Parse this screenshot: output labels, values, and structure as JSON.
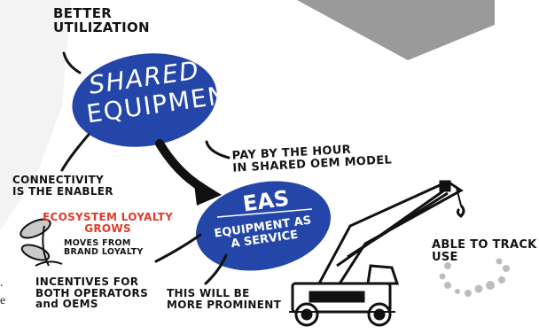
{
  "colors": {
    "oval_blue": "#2446a8",
    "ink": "#141414",
    "accent_red": "#e03a2a",
    "banner_gray": "#9a9a9a",
    "bg_left": "#f3f3f3"
  },
  "notes": {
    "better_utilization": [
      "BETTER",
      "UTILIZATION"
    ],
    "shared_equipment": [
      "SHARED",
      "EQUIPMENT"
    ],
    "pay_by_hour": [
      "PAY BY THE HOUR",
      "IN SHARED OEM MODEL"
    ],
    "connectivity": [
      "CONNECTIVITY",
      "IS THE ENABLER"
    ],
    "eas_title": "EAS",
    "eas_sub": [
      "EQUIPMENT AS",
      "A SERVICE"
    ],
    "ecosystem": [
      "ECOSYSTEM LOYALTY",
      "GROWS"
    ],
    "moves_from": [
      "MOVES FROM",
      "BRAND LOYALTY"
    ],
    "incentives": [
      "INCENTIVES FOR",
      "BOTH OPERATORS",
      "and OEMS"
    ],
    "more_prominent": [
      "THIS WILL BE",
      "MORE PROMINENT"
    ],
    "track_use": [
      "ABLE TO TRACK",
      "USE"
    ]
  },
  "edge_fragments": [
    ".",
    "e"
  ]
}
